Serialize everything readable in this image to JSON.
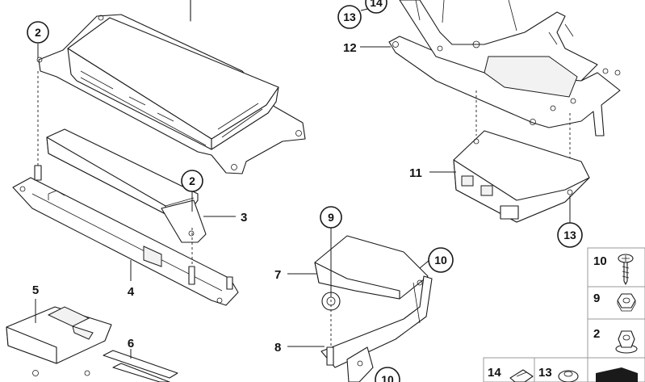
{
  "diagram": {
    "callouts": {
      "c2a": "2",
      "c2b": "2",
      "c3": "3",
      "c4": "4",
      "c5": "5",
      "c6": "6",
      "c7": "7",
      "c8": "8",
      "c9": "9",
      "c10a": "10",
      "c10b": "10",
      "c11": "11",
      "c12": "12",
      "c13a": "13",
      "c13b": "13",
      "c14": "14"
    },
    "legend": {
      "item10": "10",
      "item9": "9",
      "item2": "2",
      "item14": "14",
      "item13": "13"
    }
  }
}
